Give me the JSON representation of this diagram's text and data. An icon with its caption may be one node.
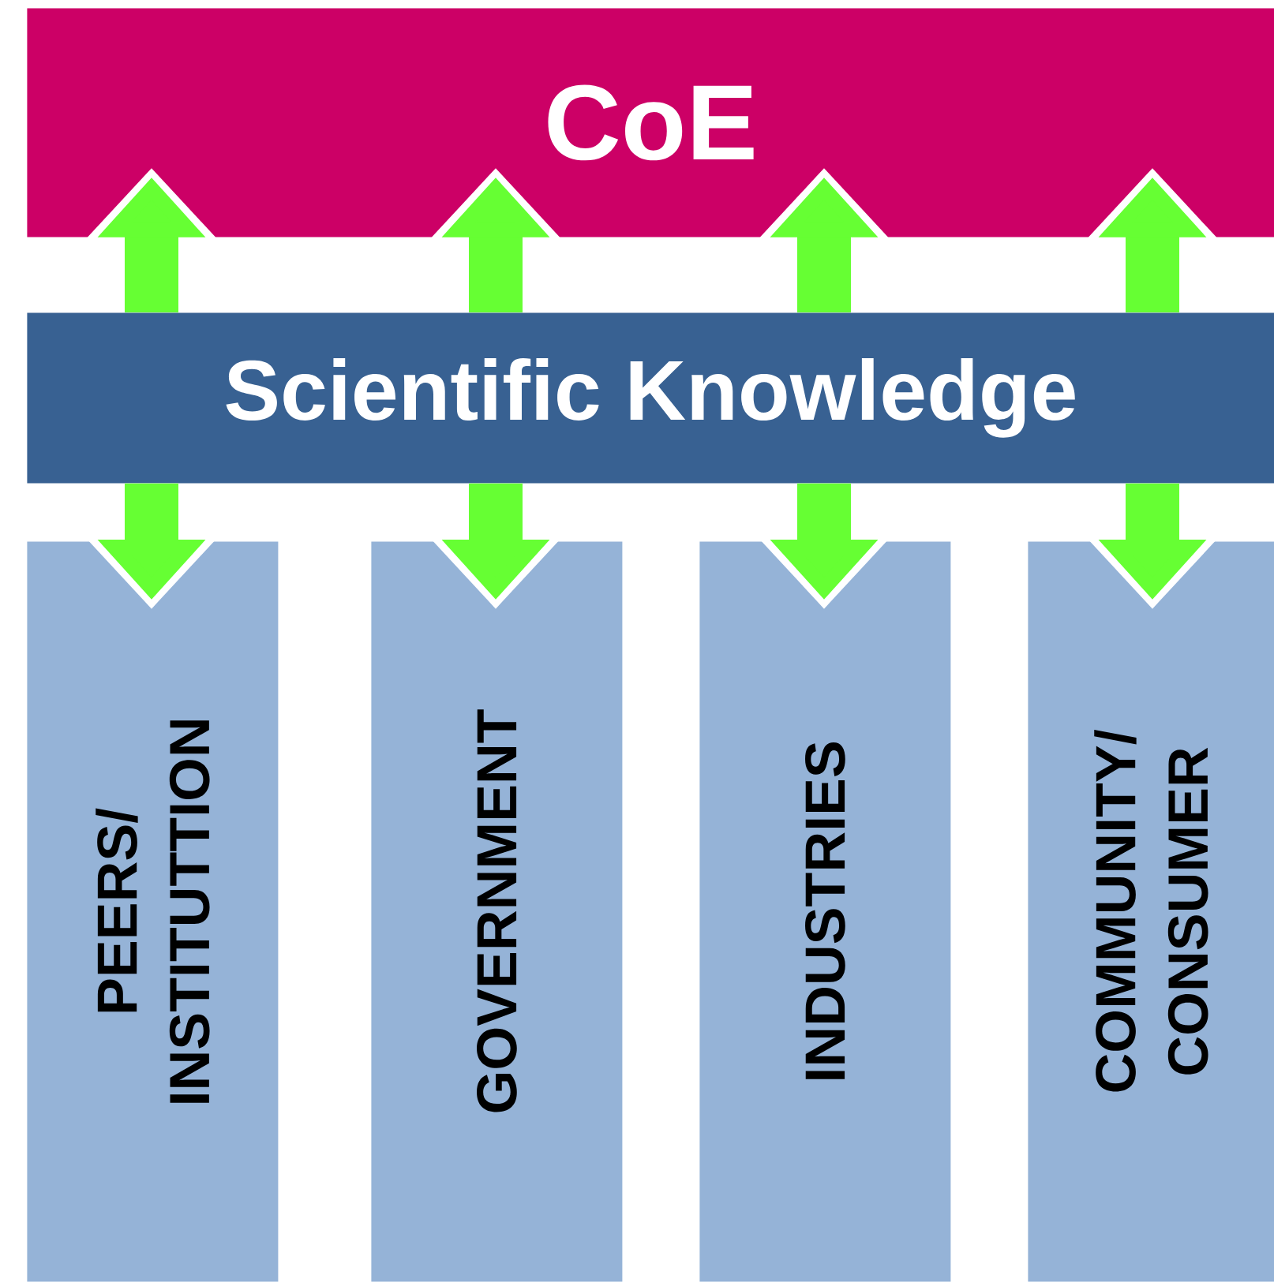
{
  "diagram": {
    "nodes": [
      {
        "text": [
          "CoE"
        ]
      },
      {
        "text": [
          "Scientific Knowledge"
        ]
      },
      {
        "text": [
          "PEERS/ INSTITUTTION"
        ]
      },
      {
        "text": [
          "GOVERNMENT"
        ]
      },
      {
        "text": [
          "INDUSTRIES"
        ]
      },
      {
        "text": [
          "COMMUNITY/ CONSUMER"
        ]
      }
    ],
    "edges": [
      {
        "from": 1,
        "to": 0,
        "arrow": "to"
      },
      {
        "from": 1,
        "to": 0,
        "arrow": "to"
      },
      {
        "from": 1,
        "to": 0,
        "arrow": "to"
      },
      {
        "from": 1,
        "to": 0,
        "arrow": "to"
      },
      {
        "from": 1,
        "to": 2,
        "arrow": "to"
      },
      {
        "from": 1,
        "to": 3,
        "arrow": "to"
      },
      {
        "from": 1,
        "to": 4,
        "arrow": "to"
      },
      {
        "from": 1,
        "to": 5,
        "arrow": "to"
      }
    ]
  }
}
